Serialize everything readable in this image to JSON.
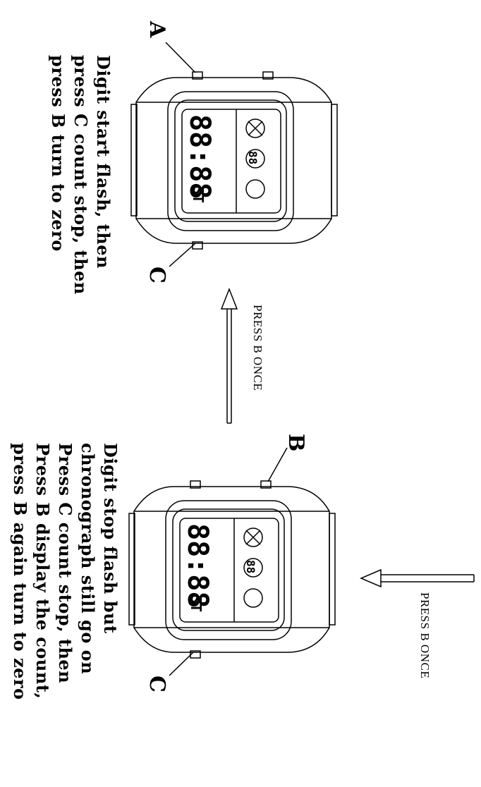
{
  "labels": {
    "a": "A",
    "b": "B",
    "c_top": "C",
    "c_bottom": "C"
  },
  "press_labels": {
    "middle": "PRESS B ONCE",
    "bottom": "PRESS B ONCE"
  },
  "descriptions": {
    "top": [
      "Digit start flash, then",
      "press C count stop, then",
      "press B turn to zero"
    ],
    "bottom": [
      "Digit stop flash but",
      "chronograph still go on",
      "Press C count stop, then",
      "Press B display the count,",
      "press B again turn to zero"
    ]
  },
  "watch_display": {
    "time_digits": "88:88",
    "mode_label": "ST",
    "small_digits": "88"
  }
}
